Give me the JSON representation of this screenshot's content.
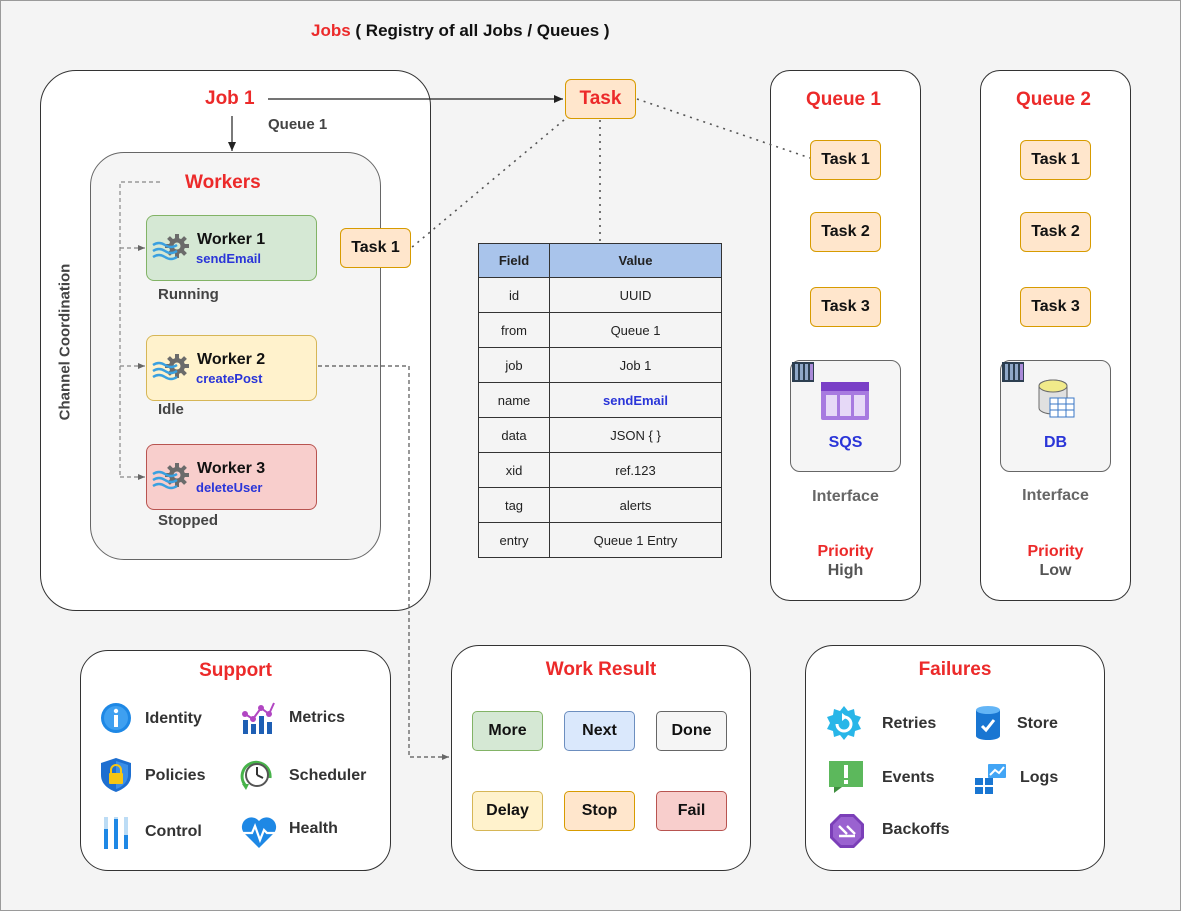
{
  "title": {
    "jobs": "Jobs",
    "rest": "( Registry of all Jobs / Queues )"
  },
  "job": {
    "label": "Job 1",
    "queue": "Queue 1",
    "side_label": "Channel Coordination"
  },
  "workers": {
    "title": "Workers",
    "items": [
      {
        "name": "Worker 1",
        "fn": "sendEmail",
        "state": "Running",
        "fill": "#d5e8d4",
        "stroke": "#82b366"
      },
      {
        "name": "Worker 2",
        "fn": "createPost",
        "state": "Idle",
        "fill": "#fff2cc",
        "stroke": "#d6b656"
      },
      {
        "name": "Worker 3",
        "fn": "deleteUser",
        "state": "Stopped",
        "fill": "#f8cecc",
        "stroke": "#b85450"
      }
    ]
  },
  "task": {
    "label": "Task",
    "worker_task": "Task 1"
  },
  "table": {
    "headers": [
      "Field",
      "Value"
    ],
    "rows": [
      [
        "id",
        "UUID"
      ],
      [
        "from",
        "Queue 1"
      ],
      [
        "job",
        "Job 1"
      ],
      [
        "name",
        "sendEmail"
      ],
      [
        "data",
        "JSON { }"
      ],
      [
        "xid",
        "ref.123"
      ],
      [
        "tag",
        "alerts"
      ],
      [
        "entry",
        "Queue 1 Entry"
      ]
    ]
  },
  "queues": [
    {
      "title": "Queue 1",
      "tasks": [
        "Task 1",
        "Task 2",
        "Task 3"
      ],
      "service": "SQS",
      "iface": "Interface",
      "priority_label": "Priority",
      "priority": "High"
    },
    {
      "title": "Queue 2",
      "tasks": [
        "Task 1",
        "Task 2",
        "Task 3"
      ],
      "service": "DB",
      "iface": "Interface",
      "priority_label": "Priority",
      "priority": "Low"
    }
  ],
  "support": {
    "title": "Support",
    "items": [
      "Identity",
      "Metrics",
      "Policies",
      "Scheduler",
      "Control",
      "Health"
    ]
  },
  "work_result": {
    "title": "Work Result",
    "items": [
      {
        "label": "More",
        "fill": "#d5e8d4",
        "stroke": "#82b366"
      },
      {
        "label": "Next",
        "fill": "#dae8fc",
        "stroke": "#6c8ebf"
      },
      {
        "label": "Done",
        "fill": "#f5f5f5",
        "stroke": "#666666"
      },
      {
        "label": "Delay",
        "fill": "#fff2cc",
        "stroke": "#d6b656"
      },
      {
        "label": "Stop",
        "fill": "#ffe6cc",
        "stroke": "#d79b00"
      },
      {
        "label": "Fail",
        "fill": "#f8cecc",
        "stroke": "#b85450"
      }
    ]
  },
  "failures": {
    "title": "Failures",
    "items": [
      "Retries",
      "Store",
      "Events",
      "Logs",
      "Backoffs"
    ]
  },
  "colors": {
    "accent_red": "#ec2a2a",
    "fn_blue": "#2a35d8",
    "header_blue": "#a9c4eb"
  }
}
